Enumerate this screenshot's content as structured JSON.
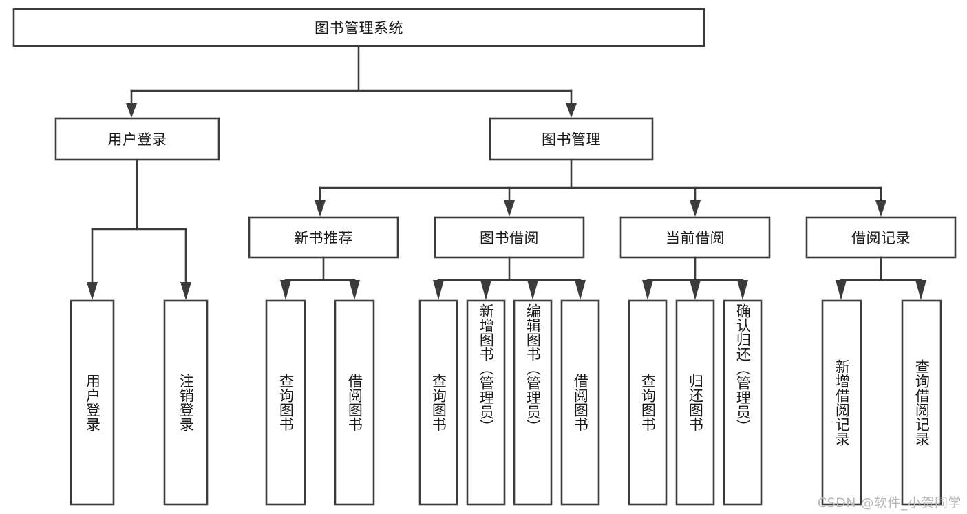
{
  "diagram": {
    "type": "tree",
    "title": "图书管理系统",
    "watermark": "CSDN @软件_小贺同学",
    "colors": {
      "box_stroke": "#3b3b3b",
      "box_fill": "#ffffff",
      "text": "#1a1a1a",
      "watermark": "#b9b9b9",
      "background": "#ffffff"
    },
    "nodes": {
      "root": {
        "label": "图书管理系统"
      },
      "level2": [
        {
          "id": "user-login",
          "label": "用户登录"
        },
        {
          "id": "book-manage",
          "label": "图书管理"
        }
      ],
      "level3": [
        {
          "id": "new-book-recommend",
          "label": "新书推荐"
        },
        {
          "id": "book-borrow",
          "label": "图书借阅"
        },
        {
          "id": "current-borrow",
          "label": "当前借阅"
        },
        {
          "id": "borrow-record",
          "label": "借阅记录"
        }
      ],
      "leaves": {
        "user-login": [
          {
            "id": "leaf-user-login",
            "label": "用户登录"
          },
          {
            "id": "leaf-user-logout",
            "label": "注销登录"
          }
        ],
        "new-book-recommend": [
          {
            "id": "leaf-query-book-1",
            "label": "查询图书"
          },
          {
            "id": "leaf-borrow-book-1",
            "label": "借阅图书"
          }
        ],
        "book-borrow": [
          {
            "id": "leaf-query-book-2",
            "label": "查询图书"
          },
          {
            "id": "leaf-add-book",
            "label": "新增图书（管理员）"
          },
          {
            "id": "leaf-edit-book",
            "label": "编辑图书（管理员）"
          },
          {
            "id": "leaf-borrow-book-2",
            "label": "借阅图书"
          }
        ],
        "current-borrow": [
          {
            "id": "leaf-query-book-3",
            "label": "查询图书"
          },
          {
            "id": "leaf-return-book",
            "label": "归还图书"
          },
          {
            "id": "leaf-confirm-return",
            "label": "确认归还（管理员）"
          }
        ],
        "borrow-record": [
          {
            "id": "leaf-add-record",
            "label": "新增借阅记录"
          },
          {
            "id": "leaf-query-record",
            "label": "查询借阅记录"
          }
        ]
      }
    }
  }
}
